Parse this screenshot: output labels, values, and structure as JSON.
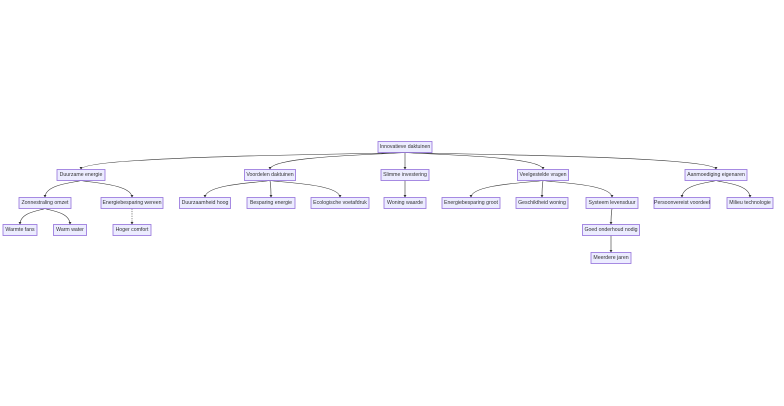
{
  "diagram": {
    "type": "flowchart-tree",
    "colors": {
      "node_fill": "#ececff",
      "node_stroke": "#9370db",
      "edge": "#333333",
      "text": "#333333"
    },
    "nodes": [
      {
        "id": "root",
        "label": "Innovatieve daktuinen"
      },
      {
        "id": "n1",
        "label": "Duurzame energie"
      },
      {
        "id": "n2",
        "label": "Voordelen daktuinen"
      },
      {
        "id": "n3",
        "label": "Slimme investering"
      },
      {
        "id": "n4",
        "label": "Veelgestelde vragen"
      },
      {
        "id": "n5",
        "label": "Aanmoediging eigenaren"
      },
      {
        "id": "n1a",
        "label": "Zonnestraling omzet"
      },
      {
        "id": "n1b",
        "label": "Energiebesparing wereen"
      },
      {
        "id": "n2a",
        "label": "Duurzaamheid hoog"
      },
      {
        "id": "n2b",
        "label": "Besparing energie"
      },
      {
        "id": "n2c",
        "label": "Ecologische voetafdruk"
      },
      {
        "id": "n3a",
        "label": "Woning waarde"
      },
      {
        "id": "n4a",
        "label": "Energiebesparing groot"
      },
      {
        "id": "n4b",
        "label": "Geschiktheid woning"
      },
      {
        "id": "n4c",
        "label": "Systeem levensduur"
      },
      {
        "id": "n5a",
        "label": "Persoonvereist voordeel"
      },
      {
        "id": "n5b",
        "label": "Milieu technologie"
      },
      {
        "id": "n1a1",
        "label": "Warmte fans"
      },
      {
        "id": "n1a2",
        "label": "Warm water"
      },
      {
        "id": "n1b1",
        "label": "Hoger comfort"
      },
      {
        "id": "n4c1",
        "label": "Goed onderhoud nodig"
      },
      {
        "id": "n4c1a",
        "label": "Meerdere jaren"
      }
    ],
    "edges": [
      {
        "from": "root",
        "to": "n1"
      },
      {
        "from": "root",
        "to": "n2"
      },
      {
        "from": "root",
        "to": "n3"
      },
      {
        "from": "root",
        "to": "n4"
      },
      {
        "from": "root",
        "to": "n5"
      },
      {
        "from": "n1",
        "to": "n1a"
      },
      {
        "from": "n1",
        "to": "n1b"
      },
      {
        "from": "n2",
        "to": "n2a"
      },
      {
        "from": "n2",
        "to": "n2b"
      },
      {
        "from": "n2",
        "to": "n2c"
      },
      {
        "from": "n3",
        "to": "n3a"
      },
      {
        "from": "n4",
        "to": "n4a"
      },
      {
        "from": "n4",
        "to": "n4b"
      },
      {
        "from": "n4",
        "to": "n4c"
      },
      {
        "from": "n5",
        "to": "n5a"
      },
      {
        "from": "n5",
        "to": "n5b"
      },
      {
        "from": "n1a",
        "to": "n1a1"
      },
      {
        "from": "n1a",
        "to": "n1a2"
      },
      {
        "from": "n1b",
        "to": "n1b1",
        "style": "dotted"
      },
      {
        "from": "n4c",
        "to": "n4c1"
      },
      {
        "from": "n4c1",
        "to": "n4c1a"
      }
    ]
  }
}
